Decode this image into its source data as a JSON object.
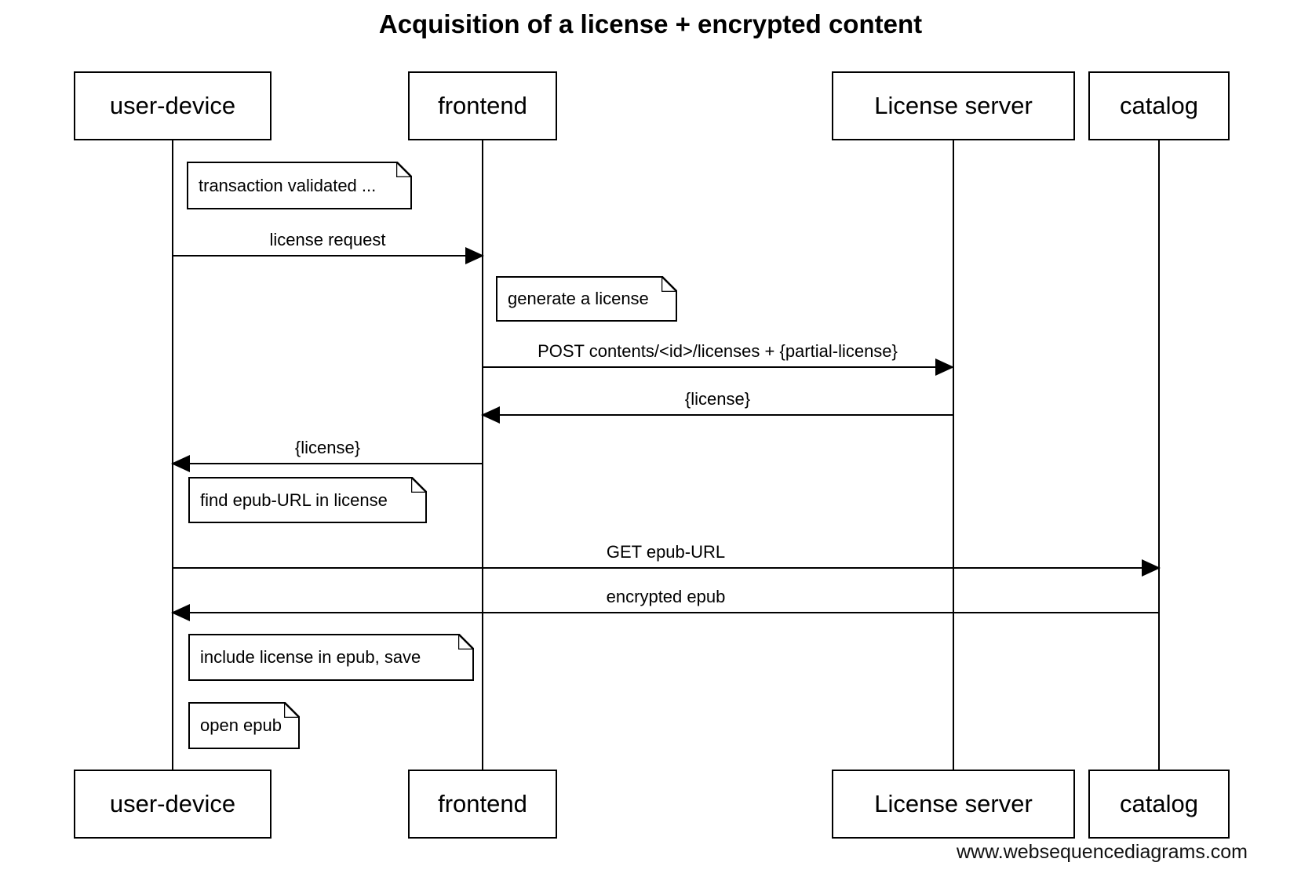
{
  "title": "Acquisition of a license + encrypted content",
  "watermark": "www.websequencediagrams.com",
  "participants": [
    {
      "name": "user-device"
    },
    {
      "name": "frontend"
    },
    {
      "name": "License server"
    },
    {
      "name": "catalog"
    }
  ],
  "notes": [
    {
      "text": "transaction validated ..."
    },
    {
      "text": "generate a license"
    },
    {
      "text": "find epub-URL in license"
    },
    {
      "text": "include  license in epub, save"
    },
    {
      "text": "open epub"
    }
  ],
  "messages": [
    {
      "label": "license request",
      "from": "user-device",
      "to": "frontend"
    },
    {
      "label": "POST contents/<id>/licenses + {partial-license}",
      "from": "frontend",
      "to": "License server"
    },
    {
      "label": "{license}",
      "from": "License server",
      "to": "frontend"
    },
    {
      "label": "{license}",
      "from": "frontend",
      "to": "user-device"
    },
    {
      "label": "GET epub-URL",
      "from": "user-device",
      "to": "catalog"
    },
    {
      "label": "encrypted epub",
      "from": "catalog",
      "to": "user-device"
    }
  ]
}
